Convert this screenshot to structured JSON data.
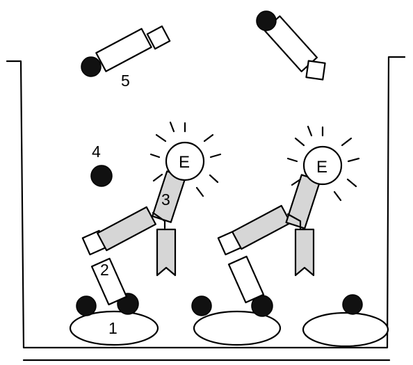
{
  "labels": {
    "one": "1",
    "two": "2",
    "three": "3",
    "four": "4",
    "five": "5",
    "enzyme_left": "E",
    "enzyme_right": "E"
  },
  "colors": {
    "stroke": "#000000",
    "fill_white": "#ffffff",
    "fill_grey": "#d6d6d6",
    "dot": "#111111"
  }
}
